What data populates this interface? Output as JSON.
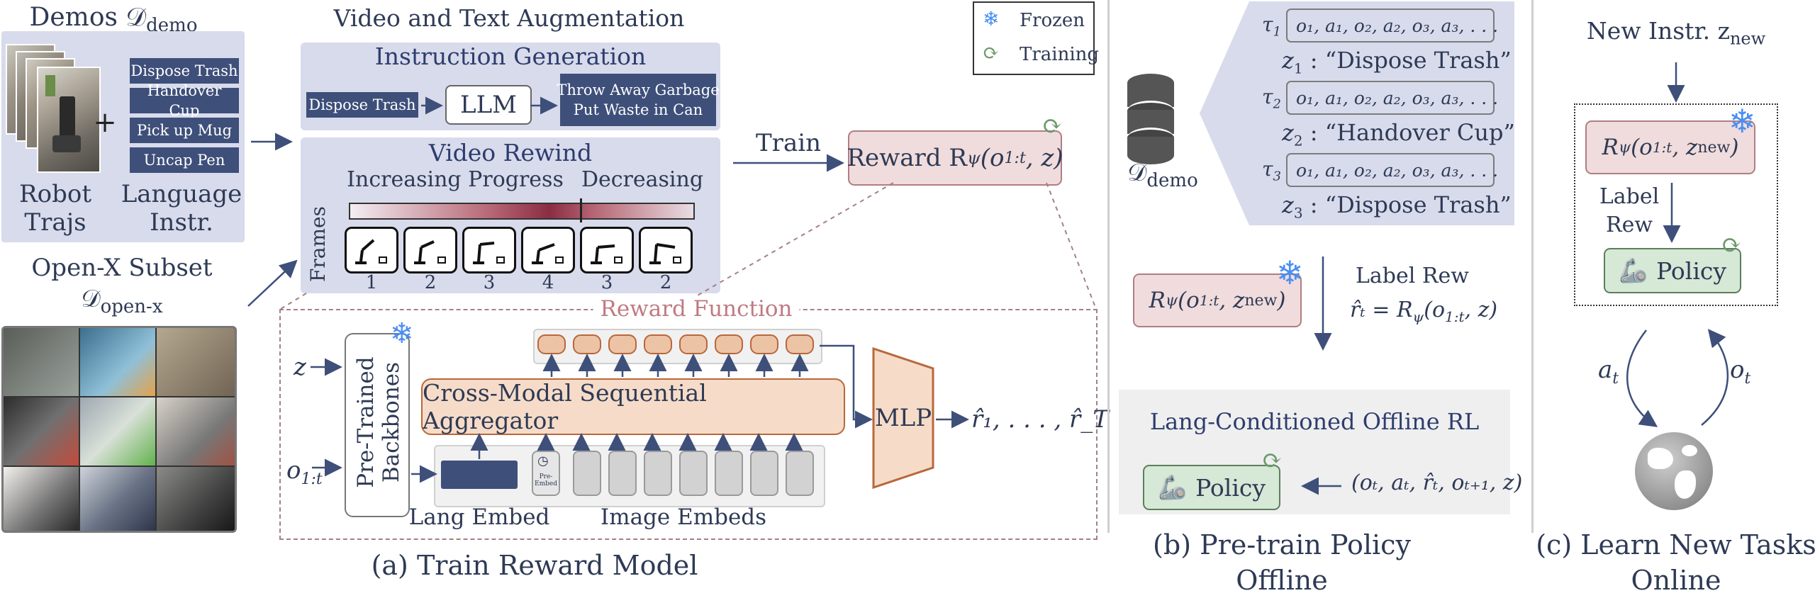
{
  "demos": {
    "title": "Demos 𝒟",
    "title_sub": "demo",
    "robot_trajs": "Robot\nTrajs",
    "plus": "+",
    "lang_instr": "Language\nInstr.",
    "instructions": [
      "Dispose Trash",
      "Handover Cup",
      "Pick up Mug",
      "Uncap Pen"
    ]
  },
  "openx": {
    "title": "Open-X Subset",
    "label": "𝒟",
    "label_sub": "open-x"
  },
  "augmentation": {
    "title": "Video and Text Augmentation",
    "instruction_generation": {
      "title": "Instruction Generation",
      "input": "Dispose Trash",
      "llm": "LLM",
      "output": "Throw Away Garbage\nPut Waste in Can"
    },
    "video_rewind": {
      "title": "Video Rewind",
      "increasing": "Increasing Progress",
      "decreasing": "Decreasing",
      "frames_label": "Frames",
      "frame_numbers": [
        "1",
        "2",
        "3",
        "4",
        "3",
        "2"
      ]
    }
  },
  "legend": {
    "frozen": "Frozen",
    "training": "Training"
  },
  "train_label": "Train",
  "reward_model": {
    "text": "Reward R",
    "sub": "ψ",
    "args": "(o",
    "args_sub": "1:t",
    "args_end": ", z)"
  },
  "reward_function": {
    "title": "Reward Function",
    "z": "z",
    "o": "o",
    "o_sub": "1:t",
    "backbones": "Pre-Trained\nBackbones",
    "aggregator": "Cross-Modal Sequential Aggregator",
    "mlp": "MLP",
    "outputs": "r̂",
    "outputs_text": "r̂₁, . . . , r̂_T",
    "lang_embed": "Lang Embed",
    "image_embeds": "Image Embeds",
    "pre_embed": "Pre-\nEmbed"
  },
  "caption_a": "(a) Train Reward Model",
  "pretrain": {
    "db_label": "𝒟",
    "db_sub": "demo",
    "trajectories": [
      {
        "tau": "τ",
        "tau_sub": "1",
        "seq": "o₁, a₁, o₂, a₂, o₃, a₃, . . .",
        "z": "z",
        "z_sub": "1",
        "instr": ": “Dispose Trash”"
      },
      {
        "tau": "τ",
        "tau_sub": "2",
        "seq": "o₁, a₁, o₂, a₂, o₃, a₃, . . .",
        "z": "z",
        "z_sub": "2",
        "instr": ": “Handover Cup”"
      },
      {
        "tau": "τ",
        "tau_sub": "3",
        "seq": "o₁, a₁, o₂, a₂, o₃, a₃, . . .",
        "z": "z",
        "z_sub": "3",
        "instr": ": “Dispose Trash”"
      }
    ],
    "reward_box": "R",
    "reward_box_args": "(o",
    "reward_box_sub": "1:t",
    "reward_box_end": ", z",
    "reward_box_new": "new",
    "label_rew": "Label Rew",
    "label_eq": "r̂ₜ = R",
    "label_eq_end": "(o",
    "rl_title": "Lang-Conditioned Offline RL",
    "policy": "Policy",
    "tuple": "(oₜ, aₜ, r̂ₜ, oₜ₊₁, z)"
  },
  "caption_b": "(b) Pre-train Policy\nOffline",
  "online": {
    "new_instr": "New Instr. z",
    "new_sub": "new",
    "label_rew": "Label\nRew",
    "policy": "Policy",
    "a": "a",
    "a_sub": "t",
    "o": "o",
    "o_sub": "t"
  },
  "caption_c": "(c) Learn New Tasks\nOnline",
  "colors": {
    "navy": "#3e4f7a",
    "panel": "#d8dbeb",
    "reward_fill": "#f0dcdc",
    "policy_fill": "#d6e8d6",
    "token": "#edc3a5",
    "snow": "#4a8ef2"
  }
}
